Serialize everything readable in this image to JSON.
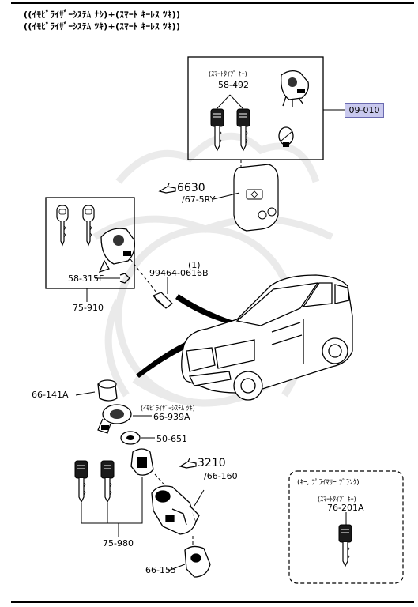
{
  "header": {
    "line1": "((ｲﾓﾋﾞﾗｲｻﾞｰｼｽﾃﾑ ﾅｼ)+(ｽﾏｰﾄ ｷｰﾚｽ ﾂｷ))",
    "line2": "((ｲﾓﾋﾞﾗｲｻﾞｰｼｽﾃﾑ ﾂｷ)+(ｽﾏｰﾄ ｷｰﾚｽ ﾂｷ))"
  },
  "callouts": {
    "smart_type_key": "(ｽﾏｰﾄﾀｲﾌﾟ ｷｰ)",
    "p58_492": "58-492",
    "ref_09_010": "09-010",
    "ref_6630": "6630",
    "p67_5ry": "/67-5RY",
    "p58_315f": "58-315F",
    "p75_910": "75-910",
    "qty_1": "(1)",
    "p99464": "99464-0616B",
    "p66_141a": "66-141A",
    "immobilizer_note": "(ｲﾓﾋﾞﾗｲｻﾞｰｼｽﾃﾑ ﾂｷ)",
    "p66_939a": "66-939A",
    "p50_651": "50-651",
    "ref_3210": "3210",
    "p66_160": "/66-160",
    "p75_980": "75-980",
    "p66_155": "66-155",
    "key_primary_blank": "(ｷｰ, ﾌﾟﾗｲﾏﾘｰ ﾌﾞﾗﾝｸ)",
    "smart_type_key_2": "(ｽﾏｰﾄﾀｲﾌﾟ ｷｰ)",
    "p76_201a": "76-201A"
  }
}
